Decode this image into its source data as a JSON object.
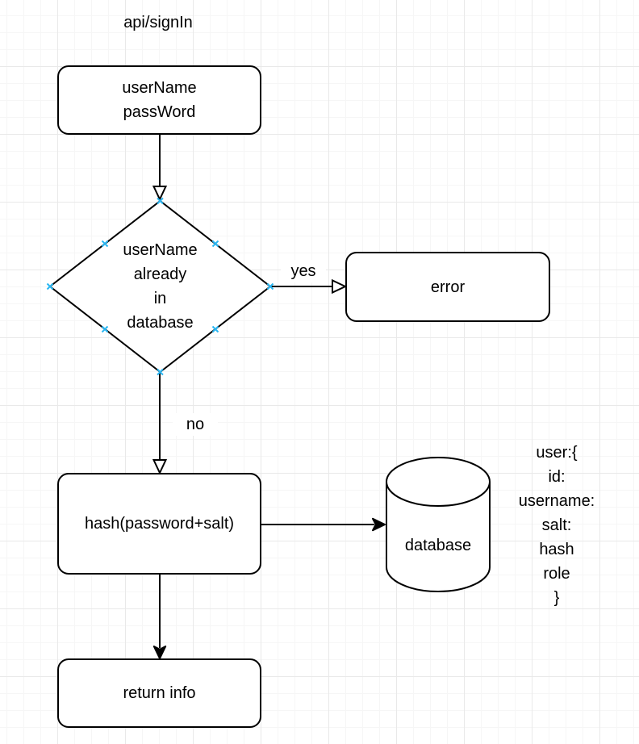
{
  "diagram": {
    "title": "api/signIn",
    "nodes": {
      "input": {
        "label": "userName\npassWord",
        "shape": "rounded-rectangle"
      },
      "decision": {
        "label": "userName\nalready\nin\ndatabase",
        "shape": "diamond"
      },
      "error": {
        "label": "error",
        "shape": "rounded-rectangle"
      },
      "hash": {
        "label": "hash(password+salt)",
        "shape": "rounded-rectangle"
      },
      "database": {
        "label": "database",
        "shape": "cylinder"
      },
      "return_info": {
        "label": "return info",
        "shape": "rounded-rectangle"
      }
    },
    "edge_labels": {
      "yes": "yes",
      "no": "no"
    },
    "annotation": {
      "label": "user:{\nid:\nusername:\nsalt:\nhash\nrole\n}"
    },
    "colors": {
      "shape_stroke": "#000000",
      "shape_fill": "#ffffff",
      "text": "#000000",
      "connection_point": "#29b6f2",
      "grid_minor": "#f6f6f6",
      "grid_major": "#e9e9e9",
      "background": "#ffffff"
    }
  }
}
